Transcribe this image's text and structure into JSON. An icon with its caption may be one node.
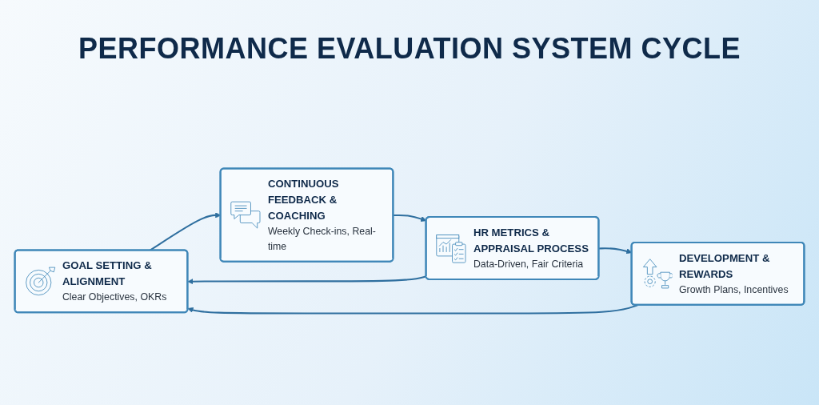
{
  "diagram": {
    "title": "PERFORMANCE EVALUATION SYSTEM CYCLE",
    "nodes": [
      {
        "text": [
          "GOAL SETTING & ALIGNMENT",
          "Clear Objectives, OKRs"
        ]
      },
      {
        "text": [
          "CONTINUOUS FEEDBACK & COACHING",
          "Weekly Check-ins, Real-time"
        ]
      },
      {
        "text": [
          "DEVELOPMENT & REWARDS",
          "Growth Plans, Incentives"
        ]
      },
      {
        "text": [
          "HR METRICS & APPRAISAL PROCESS",
          "Data-Driven, Fair Criteria"
        ]
      }
    ],
    "edges": [
      {
        "from": 0,
        "to": 1,
        "arrow": "to"
      },
      {
        "from": 1,
        "to": 3,
        "arrow": "to"
      },
      {
        "from": 3,
        "to": 2,
        "arrow": "to"
      },
      {
        "from": 2,
        "to": 0,
        "arrow": "to"
      },
      {
        "from": 3,
        "to": 0,
        "arrow": "to"
      }
    ]
  }
}
